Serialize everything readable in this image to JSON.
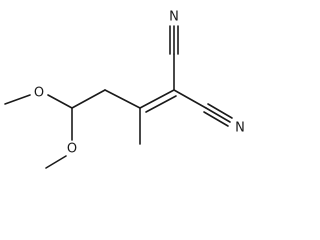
{
  "molecule": {
    "atoms": {
      "nitrile_top_n": "N",
      "nitrile_bottom_n": "N",
      "methoxy_top_o": "O",
      "methoxy_bottom_o": "O"
    }
  }
}
